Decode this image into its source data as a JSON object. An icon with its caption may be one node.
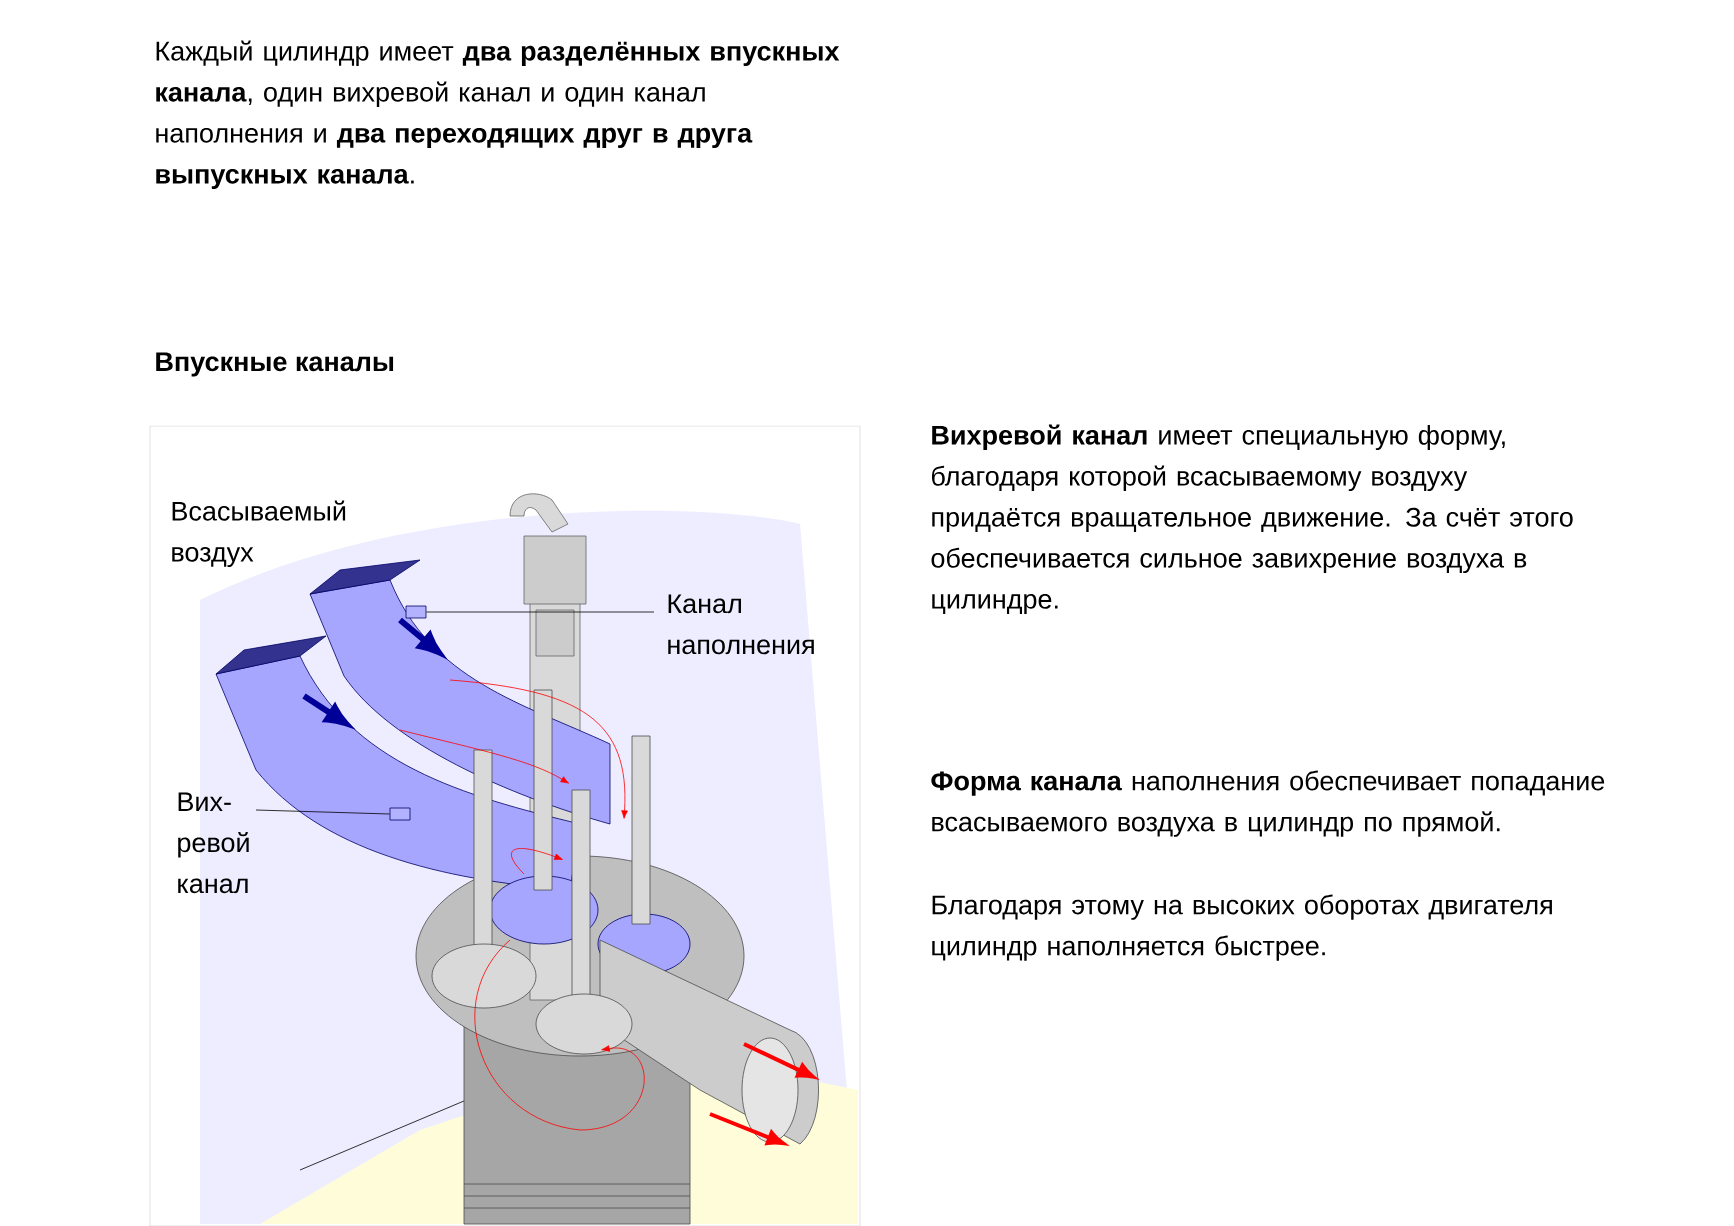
{
  "diagram": {
    "title": "Впускные каналы",
    "nodes": [
      {
        "text": [
          "Канал наполнения"
        ]
      },
      {
        "text": [],
        "shape": "box"
      },
      {
        "text": [
          "Вих-ревой канал"
        ]
      },
      {
        "text": [],
        "shape": "box"
      }
    ],
    "edges": [
      {
        "from": 0,
        "to": 1,
        "arrow": "none"
      },
      {
        "from": 2,
        "to": 3,
        "arrow": "none"
      }
    ],
    "labels": [
      "Каждый цилиндр имеет **два разделённых впускных канала**, один вихревой канал и один канал наполнения и **два переходящих друг в друга выпускных канала**.",
      "Всасываемый воздух",
      "**Вихревой канал** имеет специальную форму, благодаря которой всасываемому воздуху придаётся вращательное движение. За счёт этого обеспечивается сильное завихрение воздуха в цилиндре.",
      "**Форма канала** наполнения обеспечивает попадание всасываемого воздуха в цилиндр по прямой.",
      "Благодаря этому на высоких оборотах двигателя цилиндр наполняется быстрее."
    ]
  }
}
